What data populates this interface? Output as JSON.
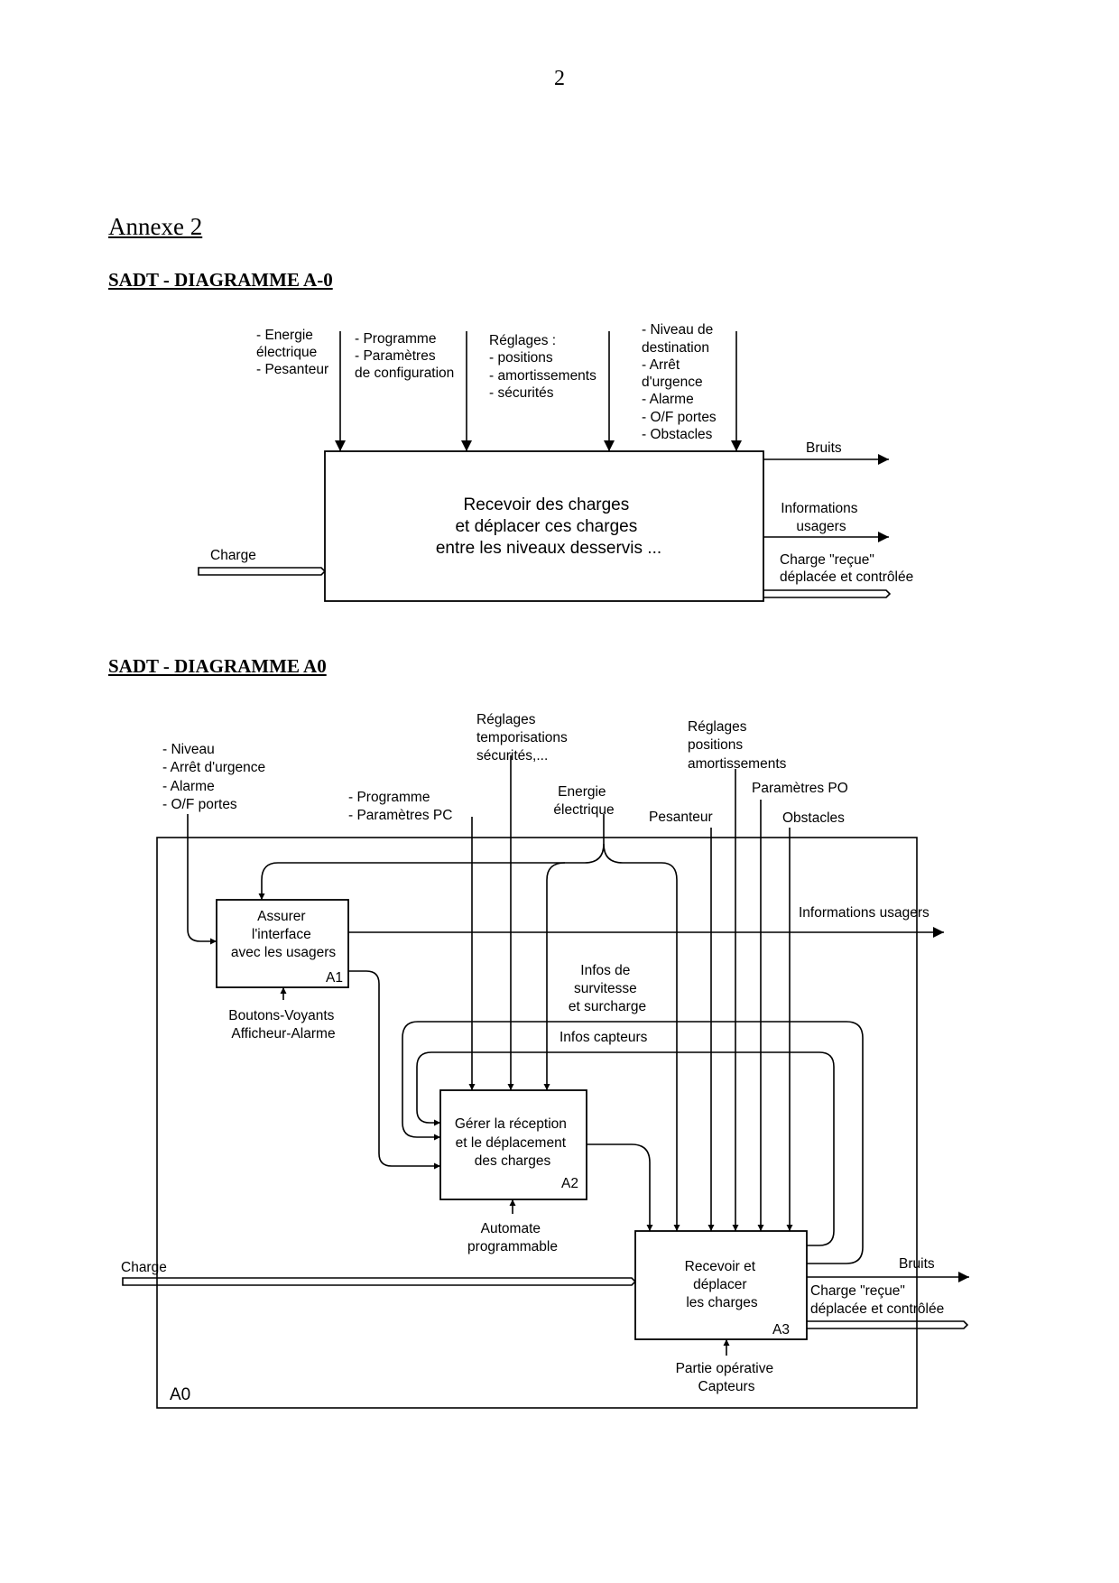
{
  "page_number": "2",
  "annex_title": "Annexe 2",
  "diagram_a_minus_0": {
    "title": "SADT - DIAGRAMME A-0",
    "controls": {
      "c1": [
        "- Energie",
        "électrique",
        "- Pesanteur"
      ],
      "c2": [
        "- Programme",
        "- Paramètres",
        "de configuration"
      ],
      "c3": [
        "Réglages :",
        "- positions",
        "- amortissements",
        "- sécurités"
      ],
      "c4": [
        "- Niveau de",
        "destination",
        "- Arrêt",
        "d'urgence",
        "- Alarme",
        "- O/F portes",
        "- Obstacles"
      ]
    },
    "box_text": [
      "Recevoir des charges",
      "et déplacer ces charges",
      "entre les niveaux desservis ..."
    ],
    "input": "Charge",
    "outputs": {
      "noise": "Bruits",
      "info": [
        "Informations",
        "usagers"
      ],
      "charge": [
        "Charge \"reçue\"",
        "déplacée et contrôlée"
      ]
    }
  },
  "diagram_a0": {
    "title": "SADT - DIAGRAMME A0",
    "frame_label": "A0",
    "controls": {
      "niveau": [
        "- Niveau",
        "- Arrêt d'urgence",
        "- Alarme",
        "- O/F portes"
      ],
      "programme": [
        "- Programme",
        "- Paramètres PC"
      ],
      "reglages_tempo": [
        "Réglages",
        "temporisations",
        "sécurités,..."
      ],
      "energie": [
        "Energie",
        "électrique"
      ],
      "reglages_pos": [
        "Réglages",
        "positions",
        "amortissements"
      ],
      "parametres_po": "Paramètres PO",
      "pesanteur": "Pesanteur",
      "obstacles": "Obstacles"
    },
    "a1": {
      "text": [
        "Assurer",
        "l'interface",
        "avec les usagers"
      ],
      "id": "A1",
      "mechanism": [
        "Boutons-Voyants",
        "Afficheur-Alarme"
      ]
    },
    "a2": {
      "text": [
        "Gérer la réception",
        "et le déplacement",
        "des charges"
      ],
      "id": "A2",
      "mechanism": [
        "Automate",
        "programmable"
      ]
    },
    "a3": {
      "text": [
        "Recevoir et",
        "déplacer",
        "les charges"
      ],
      "id": "A3",
      "mechanism": [
        "Partie opérative",
        "Capteurs"
      ]
    },
    "internal": {
      "survitesse": [
        "Infos de",
        "survitesse",
        "et surcharge"
      ],
      "capteurs": "Infos capteurs"
    },
    "outputs": {
      "info": "Informations usagers",
      "noise": "Bruits",
      "charge": [
        "Charge \"reçue\"",
        "déplacée et contrôlée"
      ]
    },
    "input": "Charge"
  }
}
